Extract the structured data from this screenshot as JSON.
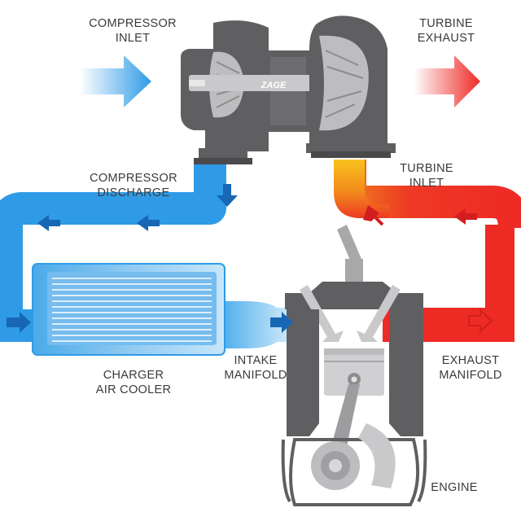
{
  "labels": {
    "compressor_inlet": [
      "COMPRESSOR",
      "INLET"
    ],
    "turbine_exhaust": [
      "TURBINE",
      "EXHAUST"
    ],
    "compressor_discharge": [
      "COMPRESSOR",
      "DISCHARGE"
    ],
    "turbine_inlet": [
      "TURBINE",
      "INLET"
    ],
    "charger_air_cooler": [
      "CHARGER",
      "AIR COOLER"
    ],
    "intake_manifold": [
      "INTAKE",
      "MANIFOLD"
    ],
    "exhaust_manifold": [
      "EXHAUST",
      "MANIFOLD"
    ],
    "engine": "ENGINE",
    "brand_logo": "ZAGE"
  },
  "colors": {
    "cold_air": "#2f9be6",
    "cold_air_light": "#bfe3fa",
    "hot_exhaust": "#ee2a24",
    "hot_transition": "#f2a21c",
    "metal_dark": "#5f5f61",
    "metal_light": "#c9c9cb",
    "flow_arrow_cold": "#1767b5",
    "flow_arrow_hot": "#d21e1e"
  },
  "icons": {
    "compressor_inlet_arrow": "arrow-right-icon",
    "turbine_exhaust_arrow": "arrow-right-icon",
    "discharge_arrow": "arrow-down-icon",
    "return_arrows": "arrow-left-icon",
    "exhaust_arrow": "arrow-right-outline-icon",
    "turbine_inlet_arrow": "arrow-up-left-icon"
  }
}
